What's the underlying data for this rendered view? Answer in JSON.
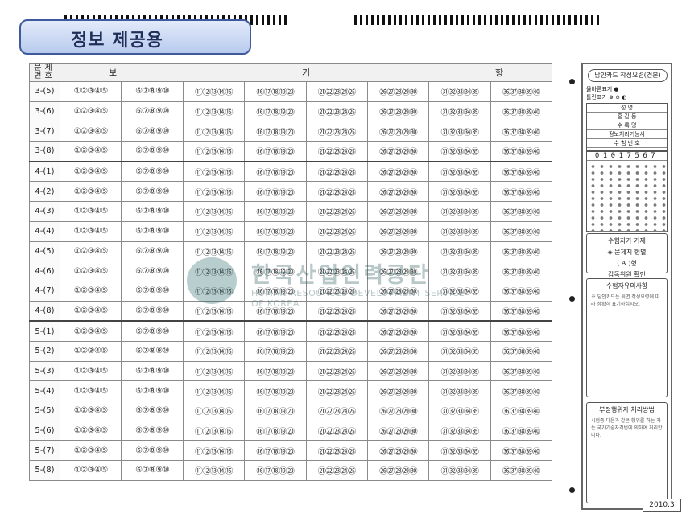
{
  "banner": {
    "title": "정보 제공용"
  },
  "header": {
    "question_label": "문제 번호",
    "options_label": [
      "보",
      "기",
      "항"
    ]
  },
  "answer_grid": {
    "rows": [
      "3-(5)",
      "3-(6)",
      "3-(7)",
      "3-(8)",
      "4-(1)",
      "4-(2)",
      "4-(3)",
      "4-(4)",
      "4-(5)",
      "4-(6)",
      "4-(7)",
      "4-(8)",
      "5-(1)",
      "5-(2)",
      "5-(3)",
      "5-(4)",
      "5-(5)",
      "5-(6)",
      "5-(7)",
      "5-(8)"
    ],
    "group_starts": [
      4,
      12
    ],
    "choice_groups": [
      "①②③④⑤",
      "⑥⑦⑧⑨⑩",
      "⑪⑫⑬⑭⑮",
      "⑯⑰⑱⑲⑳",
      "㉑㉒㉓㉔㉕",
      "㉖㉗㉘㉙㉚",
      "㉛㉜㉝㉞㉟",
      "㊱㊲㊳㊴㊵"
    ]
  },
  "watermark": {
    "name": "한국산업인력공단",
    "english": "HUMAN RESOURCES DEVELOPMENT SERVICE OF KOREA"
  },
  "right_panel": {
    "title": "답안카드 작성요령(견본)",
    "marks": [
      "옳바른표기 ●",
      "틀린표기 ⊗ ⊙ ◐"
    ],
    "fields": [
      "성 명",
      "홍 길 동",
      "수 록 명",
      "정보처리기능사",
      "수 험 번 호"
    ],
    "exam_number": "01017567",
    "candidate_section": [
      "수험자가 기재",
      "◈ 문제지 형별",
      "( A )형",
      "감독위원 확인"
    ],
    "notice_title": "수험자유의사항",
    "notice_text": "※ 답안카드는 뒷면 작성요령에 따라 정확히 표기하십시오.",
    "penalty_title": "부정행위자 처리방법",
    "penalty_text": "시험중 다음과 같은 행위를 하는 자는 국가기술자격법에 의하여 처리합니다."
  },
  "year_badge": "2010.3"
}
